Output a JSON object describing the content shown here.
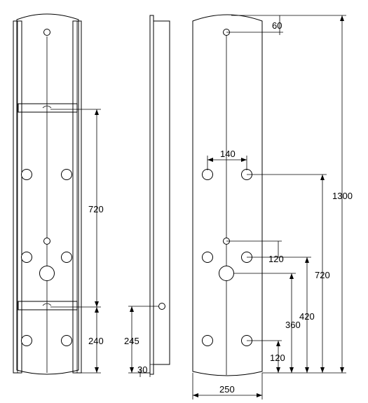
{
  "dimensions": {
    "front_view": {
      "spacing_720": "720",
      "bottom_240": "240"
    },
    "side_view": {
      "height_245": "245",
      "thickness_30": "30"
    },
    "back_view": {
      "top_60": "60",
      "hole_spacing_140": "140",
      "total_height_1300": "1300",
      "mid_120": "120",
      "to_upper_holes_720": "720",
      "to_big_hole_420": "420",
      "to_row_360": "360",
      "bottom_120": "120",
      "width_250": "250"
    }
  }
}
